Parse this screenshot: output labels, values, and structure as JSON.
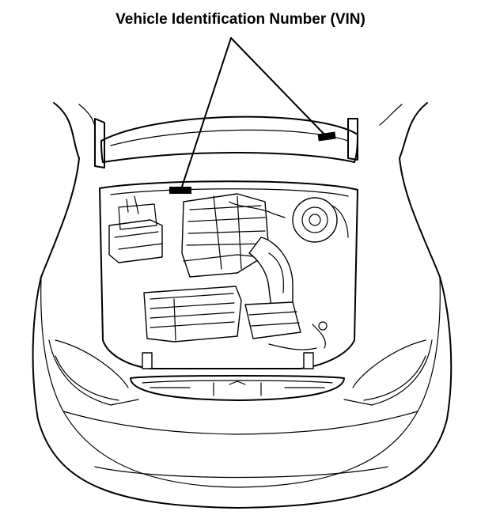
{
  "callout": {
    "label": "Vehicle Identification Number (VIN)"
  },
  "icons": {
    "vin_plate_top_right": "vin-plate-marker",
    "vin_plate_engine": "vin-plate-marker"
  }
}
